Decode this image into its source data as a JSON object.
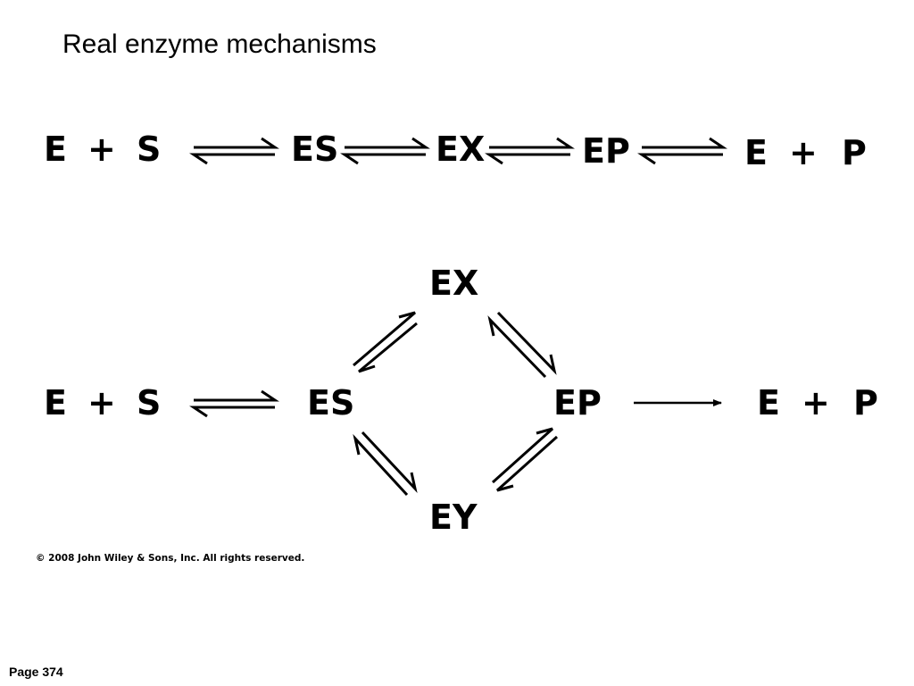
{
  "title": "Real enzyme mechanisms",
  "page_label": "Page 374",
  "copyright": "© 2008 John Wiley & Sons, Inc. All rights reserved.",
  "scheme1": {
    "E1": "E",
    "plus1": "+",
    "S": "S",
    "ES": "ES",
    "EX": "EX",
    "EP": "EP",
    "E2": "E",
    "plus2": "+",
    "P": "P"
  },
  "scheme2": {
    "E1": "E",
    "plus1": "+",
    "S": "S",
    "ES": "ES",
    "EX": "EX",
    "EY": "EY",
    "EP": "EP",
    "E2": "E",
    "plus2": "+",
    "P": "P"
  }
}
